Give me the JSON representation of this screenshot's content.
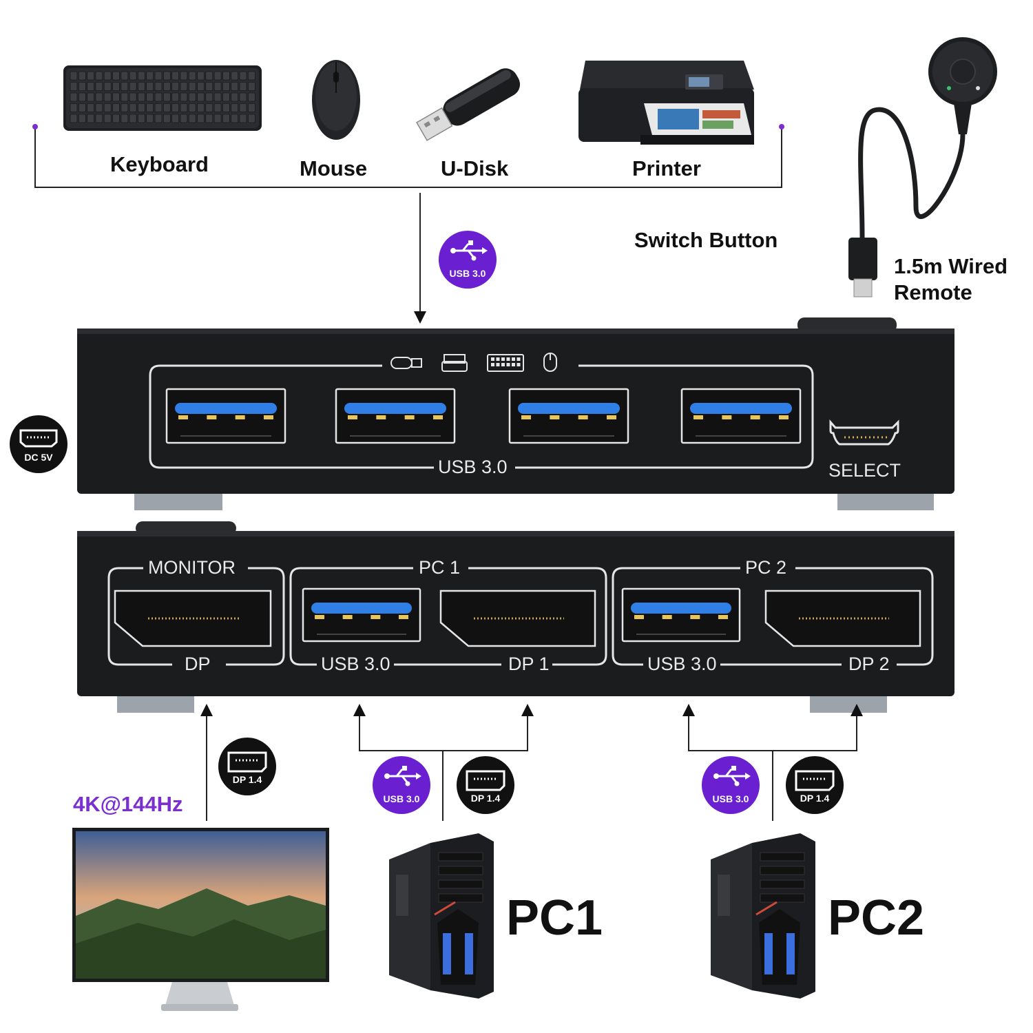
{
  "peripherals": {
    "keyboard": "Keyboard",
    "mouse": "Mouse",
    "udisk": "U-Disk",
    "printer": "Printer"
  },
  "remote": {
    "switch_button": "Switch Button",
    "cable_line1": "1.5m Wired",
    "cable_line2": "Remote"
  },
  "badges": {
    "usb": "USB 3.0",
    "dp": "DP 1.4",
    "dc": "DC 5V"
  },
  "top_panel": {
    "usb_label": "USB 3.0",
    "select_label": "SELECT"
  },
  "bottom_panel": {
    "monitor_group": "MONITOR",
    "monitor_port": "DP",
    "pc1_group": "PC 1",
    "pc1_usb": "USB 3.0",
    "pc1_dp": "DP 1",
    "pc2_group": "PC 2",
    "pc2_usb": "USB 3.0",
    "pc2_dp": "DP 2"
  },
  "monitor_spec": "4K@144Hz",
  "computers": {
    "pc1": "PC1",
    "pc2": "PC2"
  },
  "colors": {
    "usb_badge": "#6a1fd1",
    "dp_badge": "#111111",
    "accent_purple": "#7b2fd0",
    "device_body": "#1b1c1e",
    "usb_blue": "#2f7fe6"
  }
}
